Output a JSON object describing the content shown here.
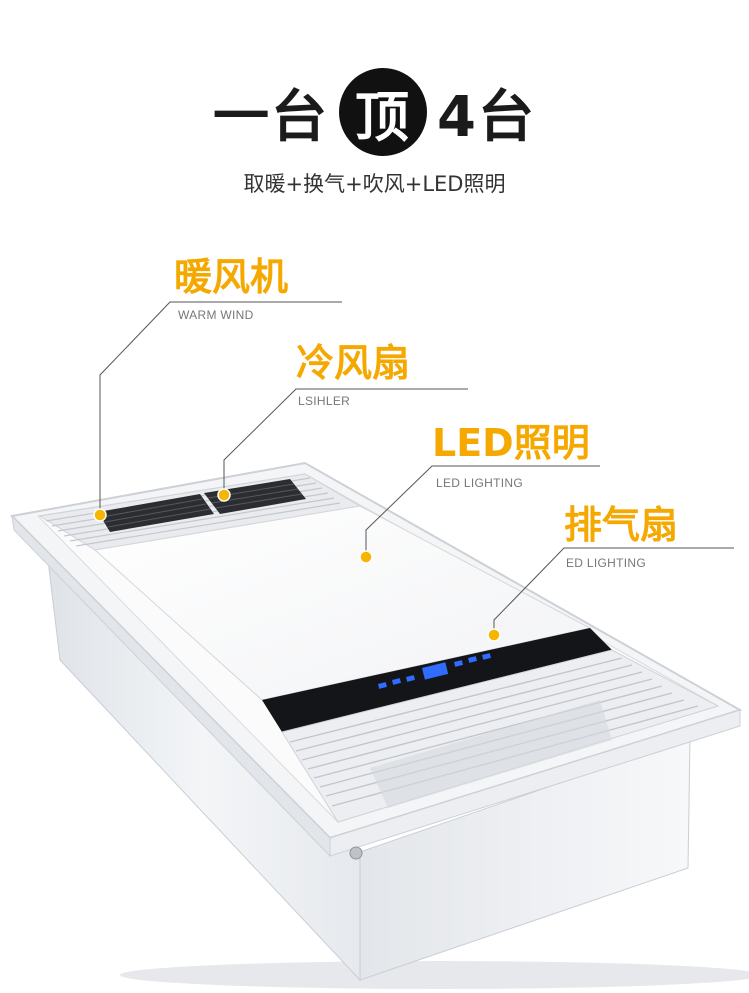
{
  "headline": {
    "part1": "一台",
    "badge": "顶",
    "part2": "4台"
  },
  "subhead": "取暖+换气+吹风+LED照明",
  "callouts": [
    {
      "title": "暖风机",
      "subtitle": "WARM WIND"
    },
    {
      "title": "冷风扇",
      "subtitle": "LSIHLER"
    },
    {
      "title": "LED照明",
      "subtitle": "LED LIGHTING"
    },
    {
      "title": "排气扇",
      "subtitle": "ED LIGHTING"
    }
  ],
  "colors": {
    "accent": "#f5a800",
    "text": "#1b1b1b",
    "panel_display": "#2f6cff"
  }
}
